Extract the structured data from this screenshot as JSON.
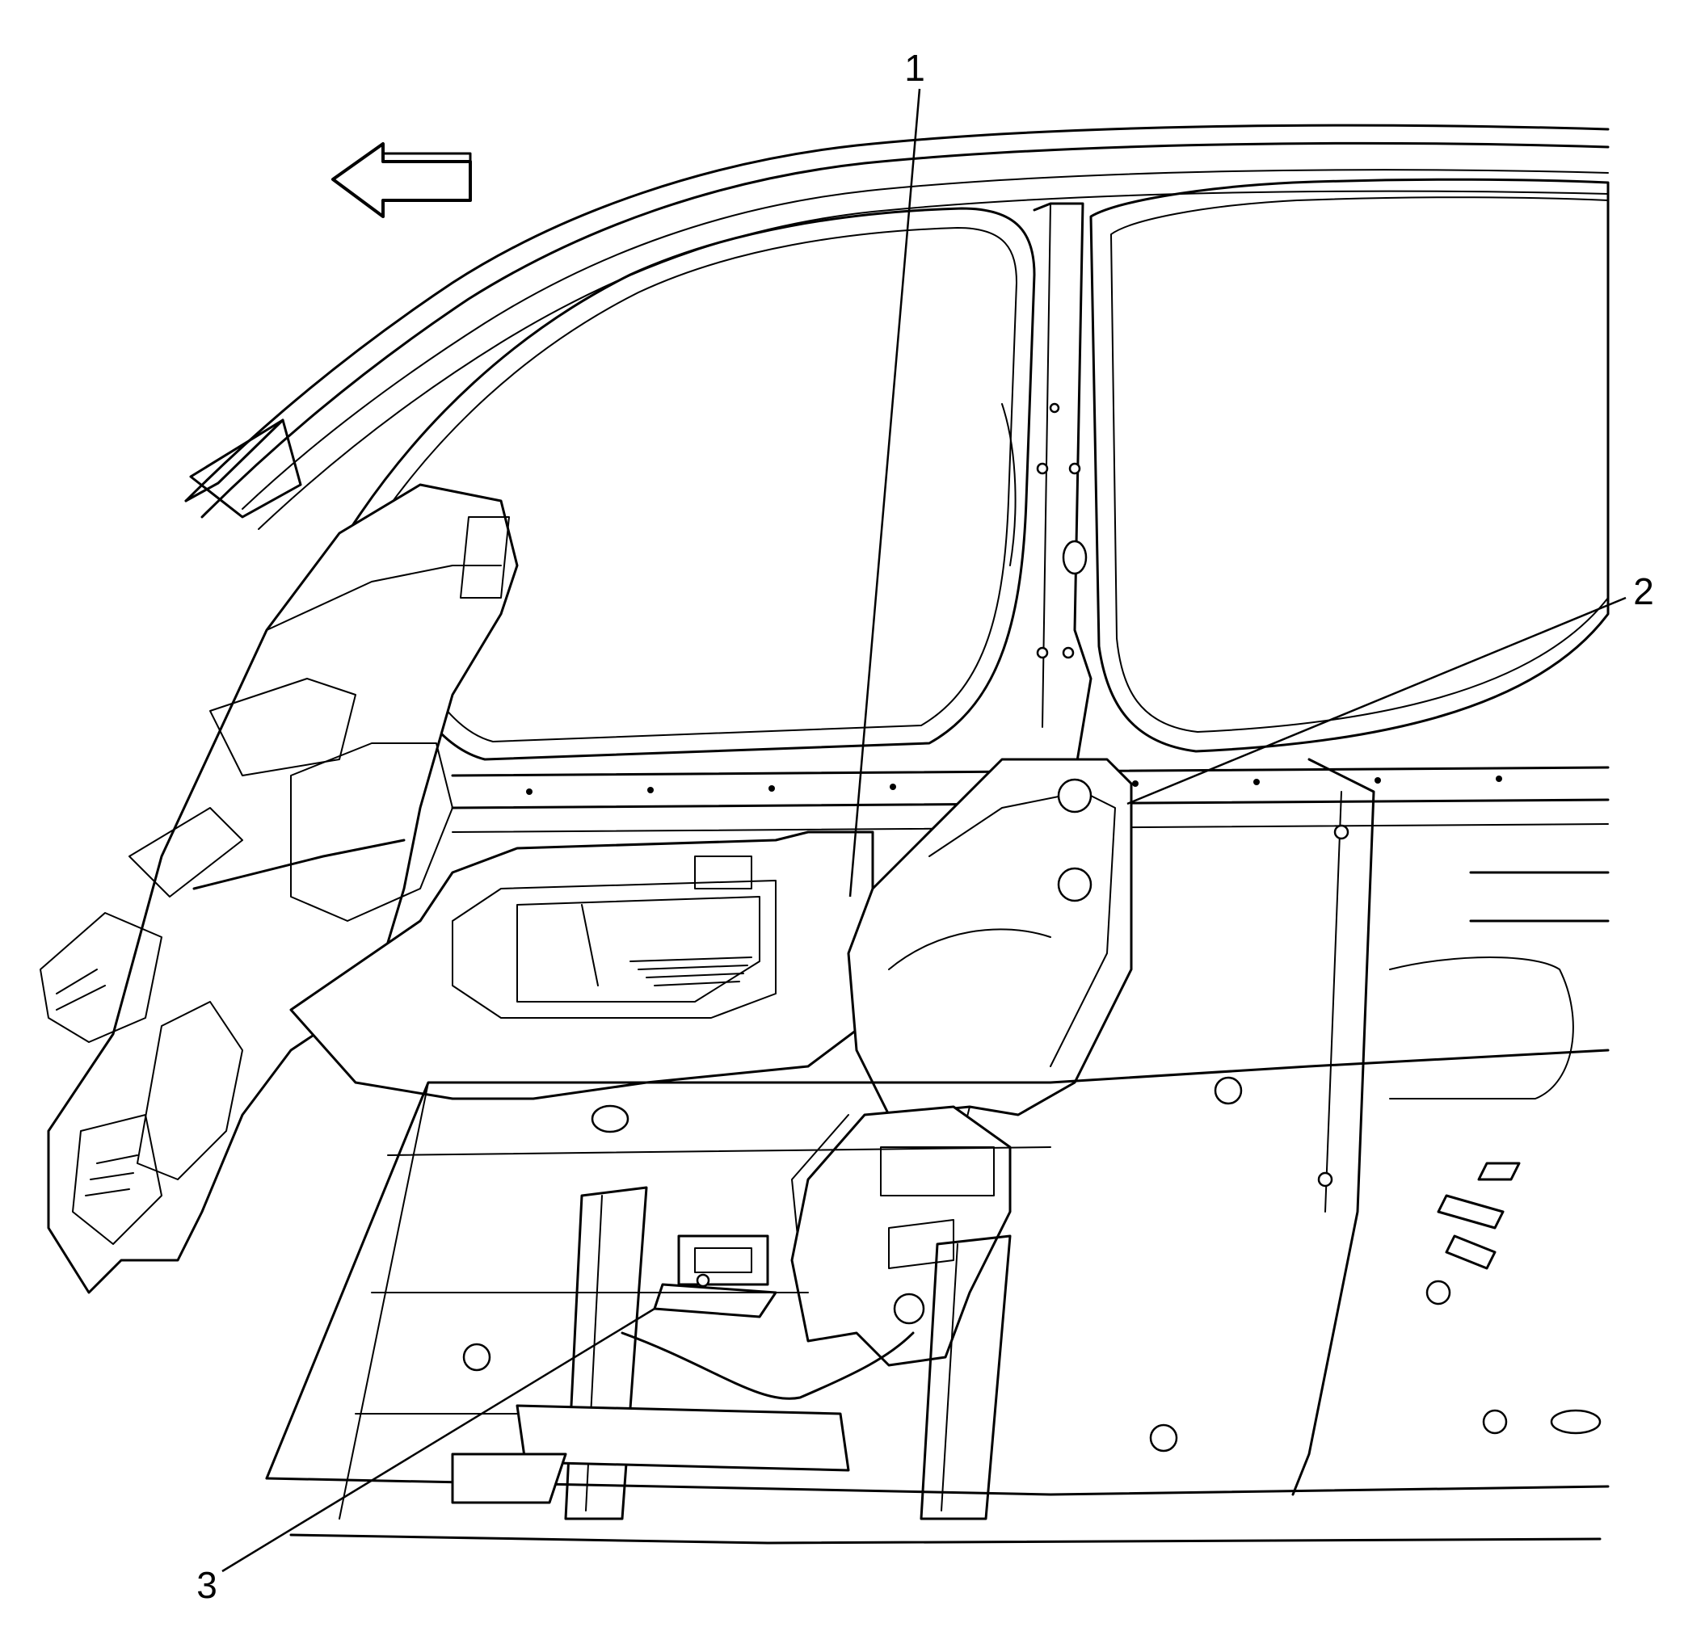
{
  "callouts": [
    {
      "label": "1"
    },
    {
      "label": "2"
    },
    {
      "label": "3"
    }
  ],
  "direction_arrow": {
    "icon": "arrow-left-outline-icon"
  },
  "colors": {
    "ink": "#000000",
    "background": "#ffffff"
  }
}
